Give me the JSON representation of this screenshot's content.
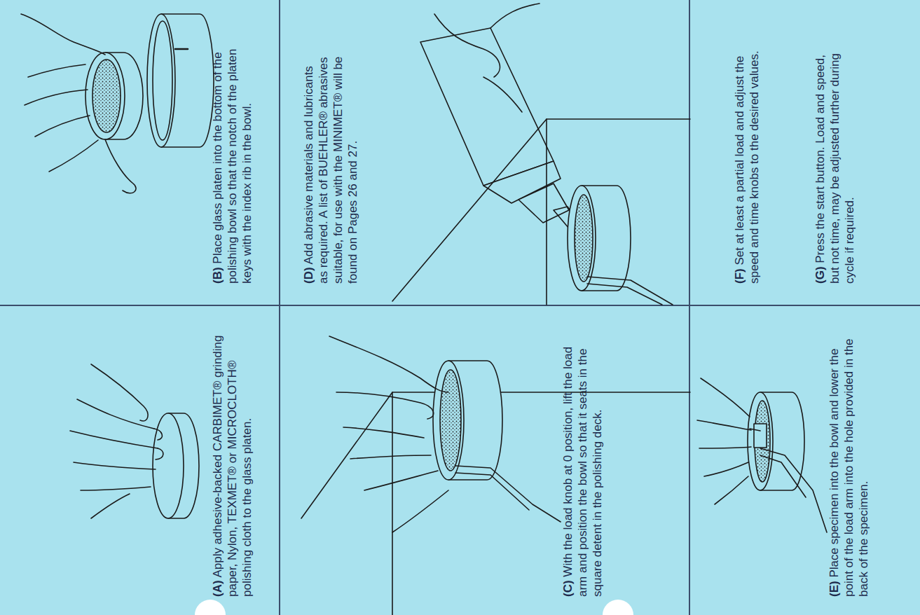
{
  "diagram": {
    "nodes": [
      {
        "text": [
          "(A) Apply adhesive-backed CARBIMET® grinding paper, Nylon, TEXMET® or MICROCLOTH® polishing cloth to the glass platen."
        ]
      },
      {
        "text": [
          "(B) Place glass platen into the bottom of the polishing bowl so that the notch of the platen keys with the index rib in the bowl."
        ]
      },
      {
        "text": [
          "(C) With the load knob at 0 position, lift the load arm and position the bowl so that it seats in the square detent in the polishing deck."
        ]
      },
      {
        "text": [
          "(D) Add abrasive materials and lubricants as required. A list of BUEHLER® abrasives suitable, for use with the MINIMET® will be found on Pages 26 and 27."
        ]
      },
      {
        "text": [
          "(E) Place specimen into the bowl and lower the point of the load arm into the hole provided in the back of the specimen."
        ]
      },
      {
        "text": [
          "(F) Set at least a partial load and adjust the speed and time knobs to the desired values.",
          "(G) Press the start button. Load and speed, but not time, may be adjusted further during cycle if required."
        ]
      }
    ]
  }
}
